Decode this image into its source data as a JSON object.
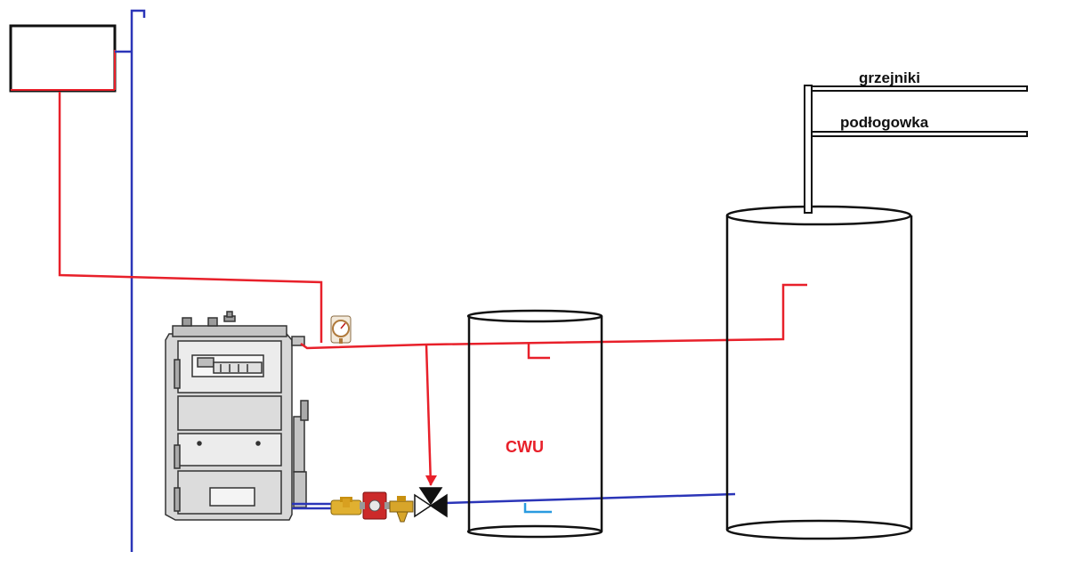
{
  "labels": {
    "radiators": "grzejniki",
    "floor_heating": "podłogowka",
    "dhw_tank": "CWU"
  },
  "colors": {
    "supply_pipe": "#e8202a",
    "return_pipe": "#2b35b8",
    "cold_water_pipe": "#2a9be0",
    "outline": "#111111"
  },
  "components": {
    "expansion_tank": "expansion-tank",
    "boiler": "solid-fuel-boiler",
    "thermometer": "thermometer-icon",
    "ball_valve": "ball-valve-icon",
    "circulation_pump": "circulation-pump-icon",
    "strainer": "strainer-filter-icon",
    "three_way_valve": "three-way-valve-icon",
    "dhw_tank": "dhw-tank",
    "buffer_tank": "buffer-tank"
  }
}
